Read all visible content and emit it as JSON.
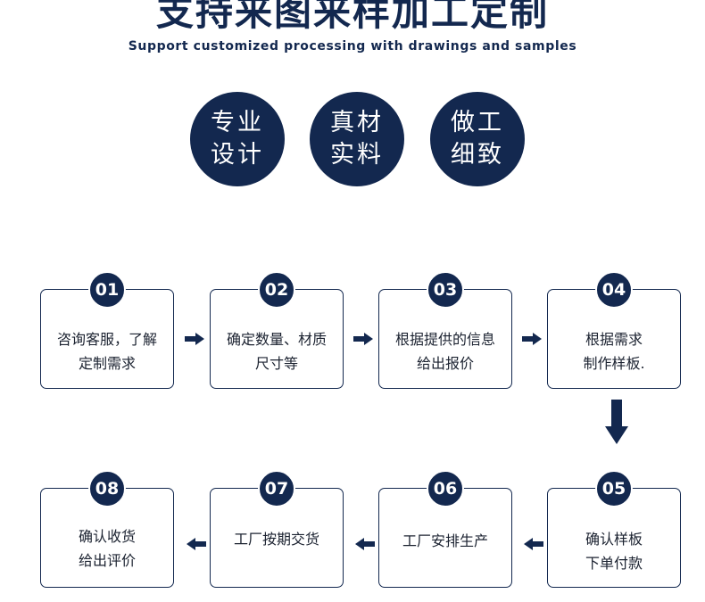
{
  "header": {
    "title": "支持来图来样加工定制",
    "subtitle": "Support customized processing with drawings and samples"
  },
  "features": [
    {
      "line1": "专业",
      "line2": "设计"
    },
    {
      "line1": "真材",
      "line2": "实料"
    },
    {
      "line1": "做工",
      "line2": "细致"
    }
  ],
  "steps": [
    {
      "num": "01",
      "line1": "咨询客服，了解",
      "line2": "定制需求"
    },
    {
      "num": "02",
      "line1": "确定数量、材质",
      "line2": "尺寸等"
    },
    {
      "num": "03",
      "line1": "根据提供的信息",
      "line2": "给出报价"
    },
    {
      "num": "04",
      "line1": "根据需求",
      "line2": "制作样板."
    },
    {
      "num": "05",
      "line1": "确认样板",
      "line2": "下单付款"
    },
    {
      "num": "06",
      "line1": "工厂安排生产",
      "line2": ""
    },
    {
      "num": "07",
      "line1": "工厂按期交货",
      "line2": ""
    },
    {
      "num": "08",
      "line1": "确认收货",
      "line2": "给出评价"
    }
  ],
  "colors": {
    "brand": "#13284f",
    "text": "#1b2230"
  }
}
